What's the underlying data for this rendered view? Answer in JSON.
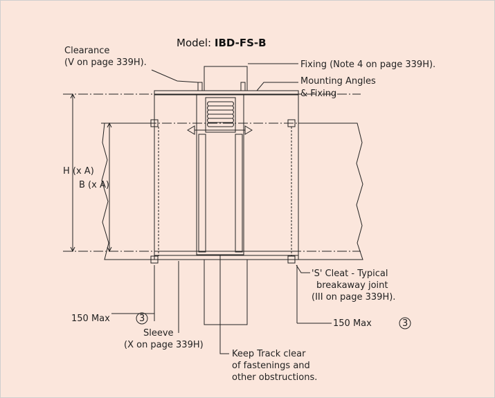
{
  "title": {
    "prefix": "Model: ",
    "model": "IBD-FS-B"
  },
  "labels": {
    "clearance_1": "Clearance",
    "clearance_2": "(V on page 339H).",
    "fixing": "Fixing (Note 4 on page 339H).",
    "mounting_1": "Mounting Angles",
    "mounting_2": "& Fixing",
    "h_dim": "H (x A)",
    "b_dim": "B (x A)",
    "s_cleat_1": "'S' Cleat - Typical",
    "s_cleat_2": "breakaway joint",
    "s_cleat_3": "(III on page 339H).",
    "max_left": "150 Max",
    "max_right": "150 Max",
    "callout_num": "3",
    "sleeve_1": "Sleeve",
    "sleeve_2": "(X on page 339H)",
    "keep_1": "Keep Track clear",
    "keep_2": "of fastenings and",
    "keep_3": "other obstructions."
  },
  "colors": {
    "background": "#fbe6dc",
    "sleeve_fill": "#b3b3b3",
    "concrete_fill": "#d2d2d2",
    "duct_fill": "#e8e8e8",
    "white": "#ffffff",
    "line": "#222222"
  }
}
